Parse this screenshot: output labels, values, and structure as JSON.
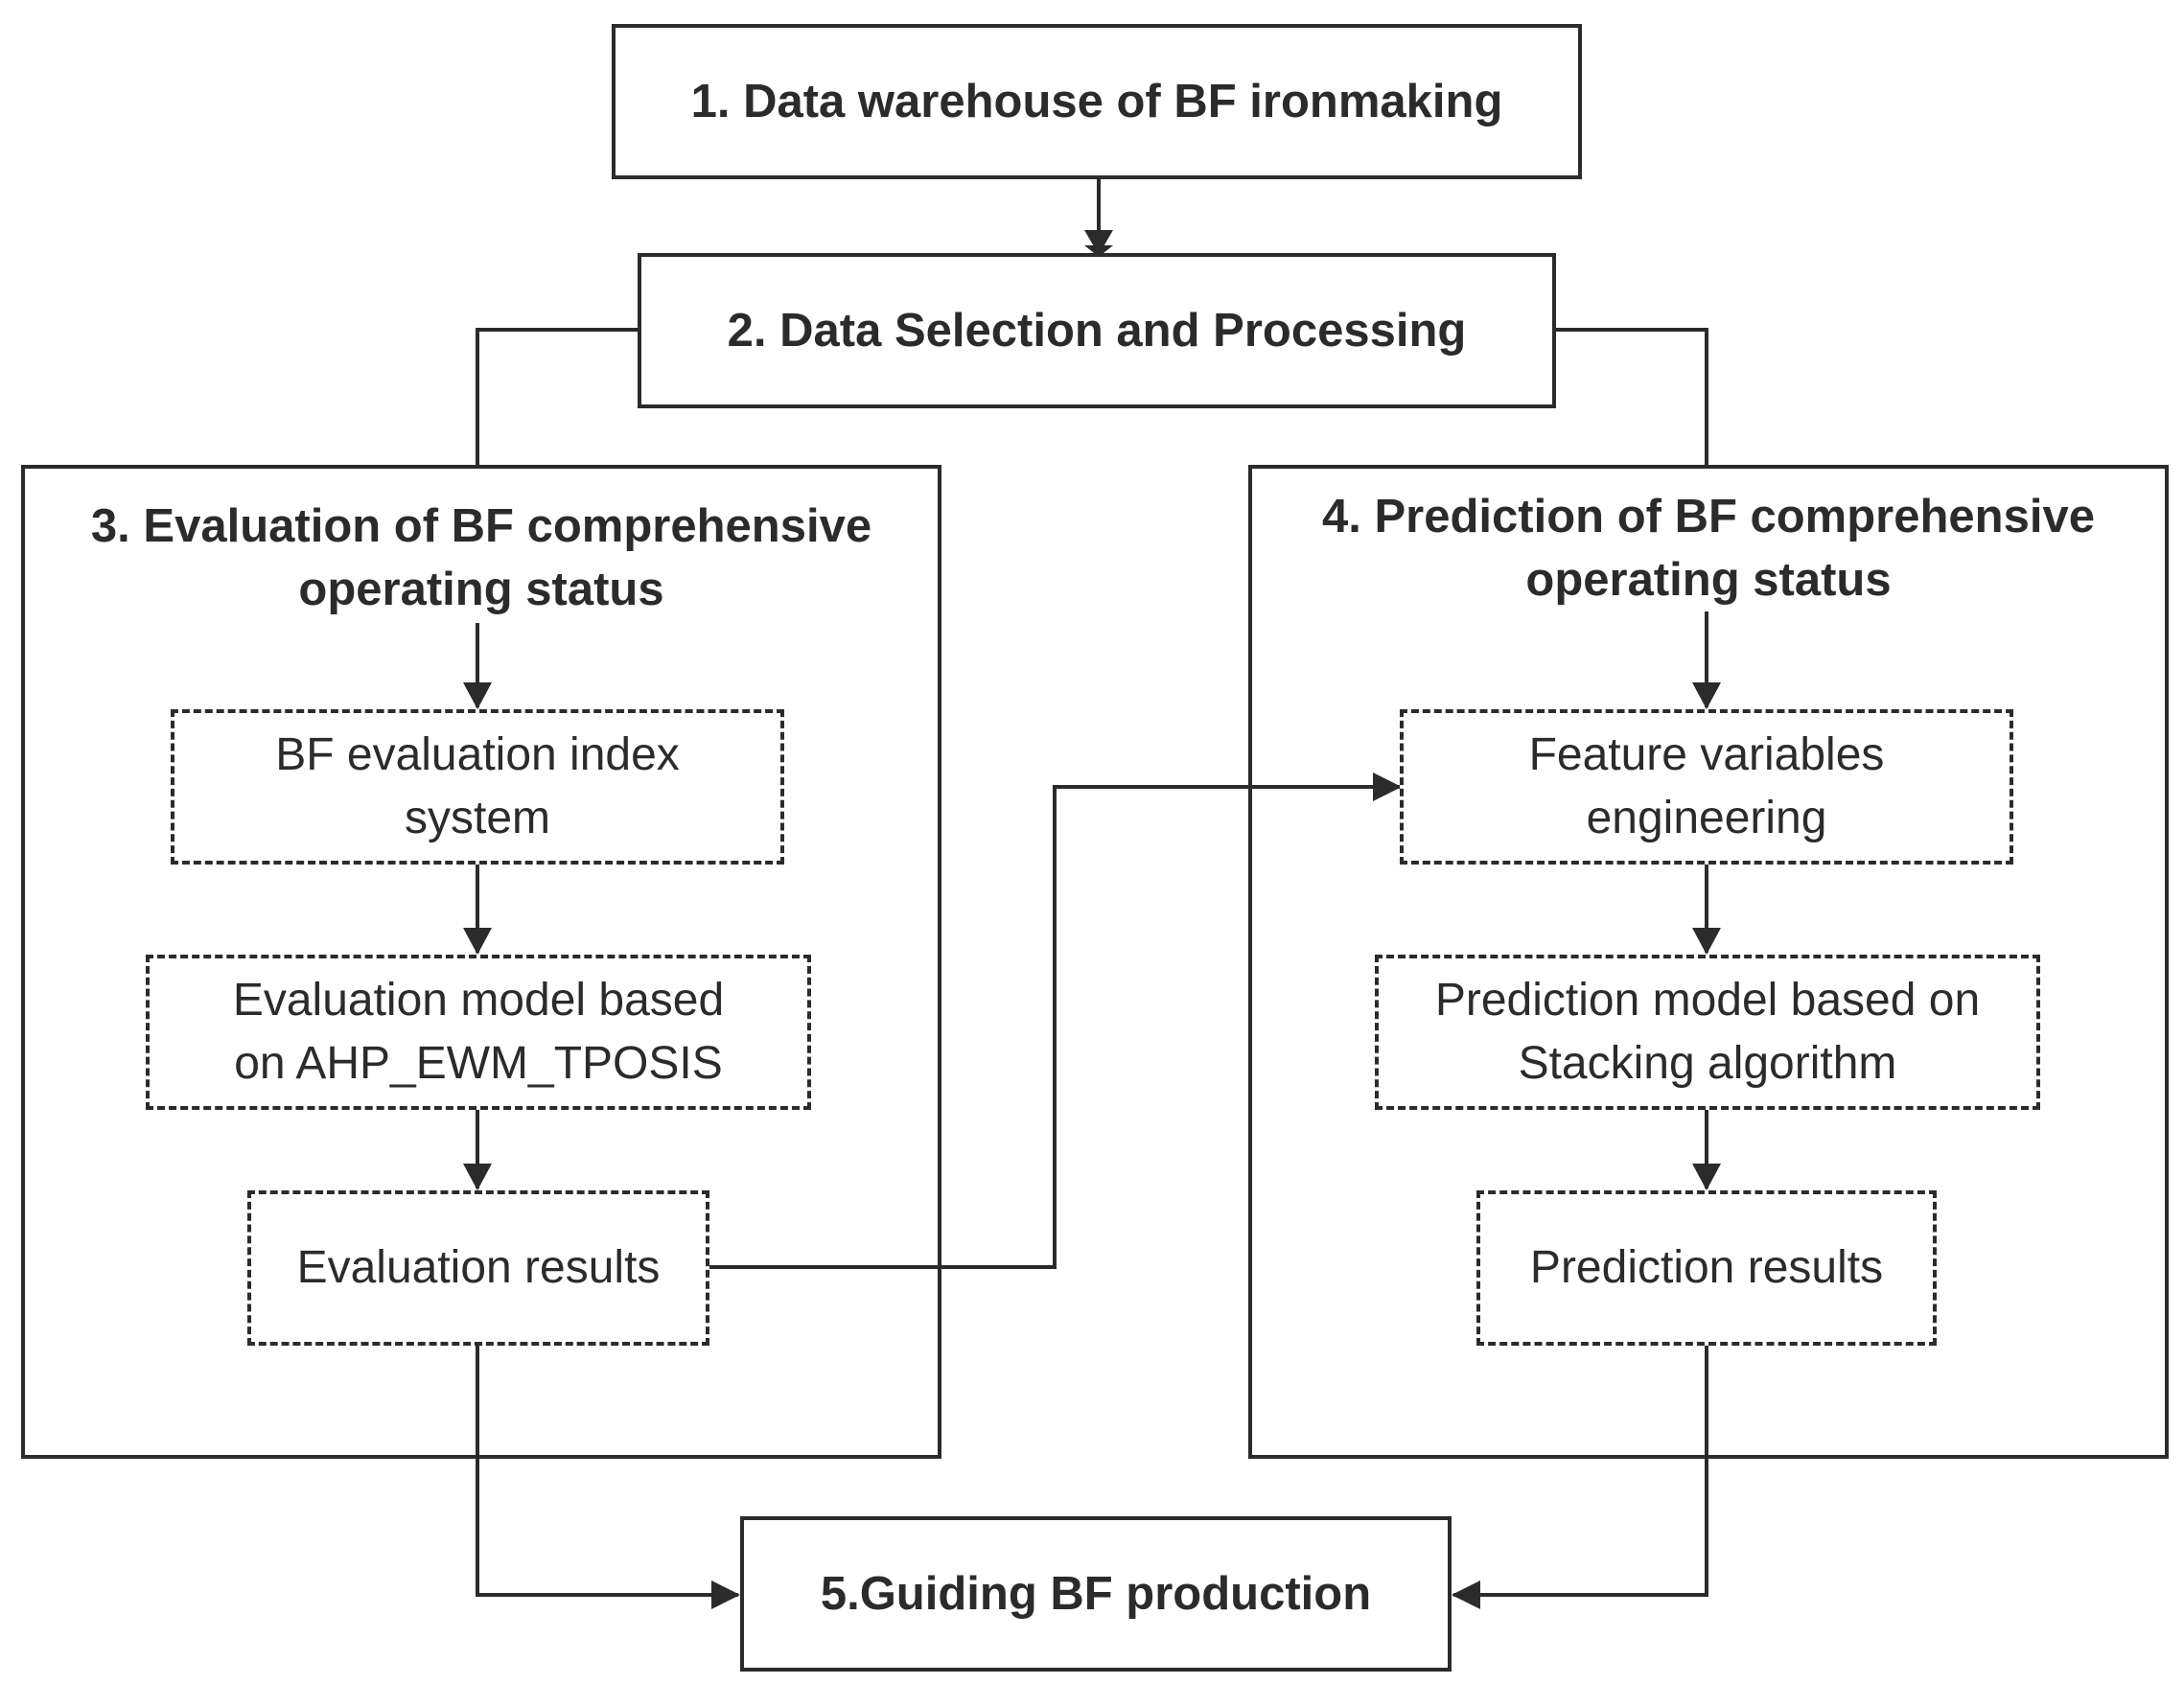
{
  "diagram": {
    "step1": "1. Data warehouse of BF ironmaking",
    "step2": "2. Data Selection and Processing",
    "panel_left": {
      "title_line1": "3. Evaluation of BF comprehensive",
      "title_line2": "operating status",
      "boxes": [
        {
          "line1": "BF evaluation index",
          "line2": "system"
        },
        {
          "line1": "Evaluation model based",
          "line2": "on AHP_EWM_TPOSIS"
        },
        {
          "line1": "Evaluation results",
          "line2": ""
        }
      ]
    },
    "panel_right": {
      "title_line1": "4. Prediction of BF comprehensive",
      "title_line2": "operating status",
      "boxes": [
        {
          "line1": "Feature variables",
          "line2": "engineering"
        },
        {
          "line1": "Prediction model based on",
          "line2": "Stacking algorithm"
        },
        {
          "line1": "Prediction results",
          "line2": ""
        }
      ]
    },
    "step5": "5.Guiding BF production"
  },
  "colors": {
    "stroke": "#2b2b2b",
    "background": "#ffffff"
  }
}
